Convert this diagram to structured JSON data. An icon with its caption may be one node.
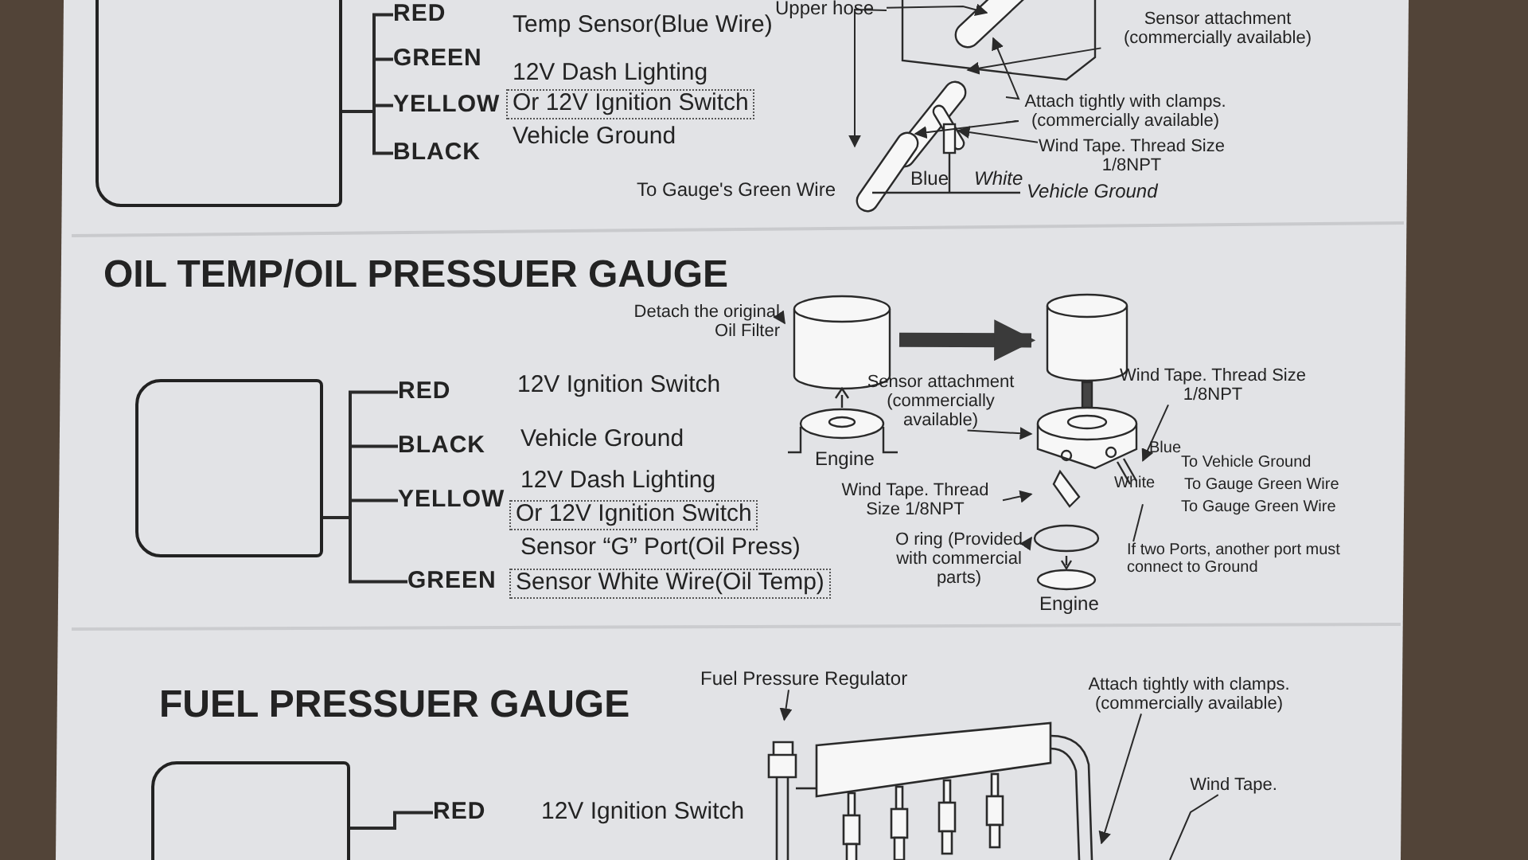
{
  "diagram": {
    "nodes": [
      {
        "text": [],
        "shape": "box"
      },
      {
        "text": [
          "RED"
        ]
      },
      {
        "text": [
          "GREEN"
        ]
      },
      {
        "text": [
          "YELLOW"
        ]
      },
      {
        "text": [
          "BLACK"
        ]
      },
      {
        "text": [
          "Upper hose"
        ]
      },
      {
        "text": [
          "Sensor attachment (commercially available)"
        ]
      },
      {
        "text": [
          "Attach tightly with clamps. (commercially available)"
        ]
      },
      {
        "text": [
          "Wind Tape. Thread Size 1/8NPT"
        ]
      },
      {
        "text": [],
        "shape": "box"
      },
      {
        "text": [
          "RED"
        ]
      },
      {
        "text": [
          "BLACK"
        ]
      },
      {
        "text": [
          "YELLOW"
        ]
      },
      {
        "text": [
          "GREEN"
        ]
      },
      {
        "text": [
          "Detach the original Oil Filter"
        ]
      },
      {
        "text": [],
        "shape": "picture"
      },
      {
        "text": [],
        "shape": "picture",
        "beside": [
          "Engine"
        ]
      },
      {
        "text": [
          "Sensor attachment (commercially available)"
        ]
      },
      {
        "text": [
          "Wind Tape. Thread Size 1/8NPT"
        ]
      },
      {
        "text": [
          "Wind Tape. Thread Size 1/8NPT"
        ]
      },
      {
        "text": [
          "O ring (Provided with commercial parts)"
        ]
      },
      {
        "text": [
          "If two Ports, another port must connect to Ground"
        ]
      },
      {
        "text": [],
        "shape": "box"
      },
      {
        "text": [
          "RED"
        ]
      },
      {
        "text": [
          "Fuel Pressure Regulator"
        ]
      },
      {
        "text": [
          "Attach tightly with clamps. (commercially available)"
        ]
      },
      {
        "text": [
          "Wind Tape."
        ]
      },
      {
        "text": [],
        "shape": "picture"
      }
    ],
    "edges": [
      {
        "from": 0,
        "to": 1,
        "arrow": "none"
      },
      {
        "from": 0,
        "to": 2,
        "arrow": "none"
      },
      {
        "from": 0,
        "to": 3,
        "arrow": "none"
      },
      {
        "from": 0,
        "to": 4,
        "arrow": "none"
      },
      {
        "from": 5,
        "to": null,
        "arrow": "to"
      },
      {
        "from": 5,
        "to": null,
        "arrow": "to"
      },
      {
        "from": 6,
        "to": null,
        "arrow": "to"
      },
      {
        "from": 7,
        "to": null,
        "arrow": "to"
      },
      {
        "from": 7,
        "to": null,
        "arrow": "to"
      },
      {
        "from": 8,
        "to": null,
        "arrow": "to"
      },
      {
        "from": 9,
        "to": 10,
        "arrow": "none"
      },
      {
        "from": 9,
        "to": 11,
        "arrow": "none"
      },
      {
        "from": 9,
        "to": 12,
        "arrow": "none"
      },
      {
        "from": 9,
        "to": 13,
        "arrow": "none"
      },
      {
        "from": 14,
        "to": 15,
        "arrow": "to"
      },
      {
        "from": 15,
        "to": 16,
        "arrow": "to",
        "style": "thick"
      },
      {
        "from": 17,
        "to": 16,
        "arrow": "to"
      },
      {
        "from": 18,
        "to": 16,
        "arrow": "to"
      },
      {
        "from": 19,
        "to": 16,
        "arrow": "to"
      },
      {
        "from": 20,
        "to": 16,
        "arrow": "to"
      },
      {
        "from": 21,
        "to": 16,
        "arrow": "none"
      },
      {
        "from": 22,
        "to": 23,
        "arrow": "none"
      },
      {
        "from": 24,
        "to": 27,
        "arrow": "to"
      },
      {
        "from": 25,
        "to": 27,
        "arrow": "to"
      },
      {
        "from": 26,
        "to": null,
        "arrow": "none"
      }
    ],
    "labels": [
      "Temp Sensor(Blue Wire)",
      "12V Dash Lighting",
      "Or 12V Ignition Switch",
      "Vehicle Ground",
      "To Gauge's Green Wire",
      "Blue",
      "White",
      "Vehicle Ground",
      "OIL TEMP/OIL PRESSUER GAUGE",
      "12V Ignition Switch",
      "Vehicle Ground",
      "12V Dash Lighting",
      "Or 12V Ignition Switch",
      "Sensor “G” Port(Oil Press)",
      "Sensor White Wire(Oil Temp)",
      "Engine",
      "Blue",
      "White",
      "To Vehicle Ground",
      "To Gauge Green Wire",
      "To Gauge Green Wire",
      "FUEL PRESSUER GAUGE",
      "12V Ignition Switch"
    ]
  }
}
